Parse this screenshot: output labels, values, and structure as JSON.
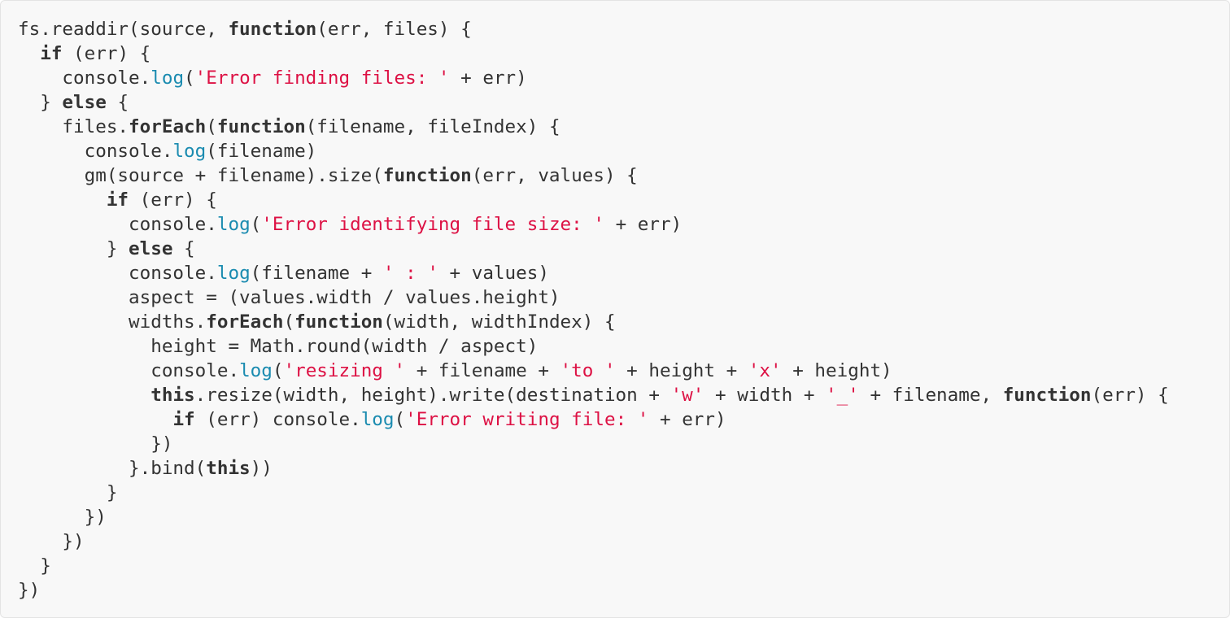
{
  "colors": {
    "background": "#f8f8f8",
    "border": "#e4e4e4",
    "text": "#333333",
    "keyword": "#333333",
    "function_call": "#1a8bb0",
    "string": "#dd1144"
  },
  "code": {
    "language": "javascript",
    "lines": [
      [
        {
          "t": "p",
          "v": "fs.readdir(source, "
        },
        {
          "t": "kw",
          "v": "function"
        },
        {
          "t": "p",
          "v": "(err, files) {"
        }
      ],
      [
        {
          "t": "p",
          "v": "  "
        },
        {
          "t": "kw",
          "v": "if"
        },
        {
          "t": "p",
          "v": " (err) {"
        }
      ],
      [
        {
          "t": "p",
          "v": "    console."
        },
        {
          "t": "fn",
          "v": "log"
        },
        {
          "t": "p",
          "v": "("
        },
        {
          "t": "str",
          "v": "'Error finding files: '"
        },
        {
          "t": "p",
          "v": " + err)"
        }
      ],
      [
        {
          "t": "p",
          "v": "  } "
        },
        {
          "t": "kw",
          "v": "else"
        },
        {
          "t": "p",
          "v": " {"
        }
      ],
      [
        {
          "t": "p",
          "v": "    files."
        },
        {
          "t": "kw",
          "v": "forEach"
        },
        {
          "t": "p",
          "v": "("
        },
        {
          "t": "kw",
          "v": "function"
        },
        {
          "t": "p",
          "v": "(filename, fileIndex) {"
        }
      ],
      [
        {
          "t": "p",
          "v": "      console."
        },
        {
          "t": "fn",
          "v": "log"
        },
        {
          "t": "p",
          "v": "(filename)"
        }
      ],
      [
        {
          "t": "p",
          "v": "      gm(source + filename).size("
        },
        {
          "t": "kw",
          "v": "function"
        },
        {
          "t": "p",
          "v": "(err, values) {"
        }
      ],
      [
        {
          "t": "p",
          "v": "        "
        },
        {
          "t": "kw",
          "v": "if"
        },
        {
          "t": "p",
          "v": " (err) {"
        }
      ],
      [
        {
          "t": "p",
          "v": "          console."
        },
        {
          "t": "fn",
          "v": "log"
        },
        {
          "t": "p",
          "v": "("
        },
        {
          "t": "str",
          "v": "'Error identifying file size: '"
        },
        {
          "t": "p",
          "v": " + err)"
        }
      ],
      [
        {
          "t": "p",
          "v": "        } "
        },
        {
          "t": "kw",
          "v": "else"
        },
        {
          "t": "p",
          "v": " {"
        }
      ],
      [
        {
          "t": "p",
          "v": "          console."
        },
        {
          "t": "fn",
          "v": "log"
        },
        {
          "t": "p",
          "v": "(filename + "
        },
        {
          "t": "str",
          "v": "' : '"
        },
        {
          "t": "p",
          "v": " + values)"
        }
      ],
      [
        {
          "t": "p",
          "v": "          aspect = (values.width / values.height)"
        }
      ],
      [
        {
          "t": "p",
          "v": "          widths."
        },
        {
          "t": "kw",
          "v": "forEach"
        },
        {
          "t": "p",
          "v": "("
        },
        {
          "t": "kw",
          "v": "function"
        },
        {
          "t": "p",
          "v": "(width, widthIndex) {"
        }
      ],
      [
        {
          "t": "p",
          "v": "            height = Math.round(width / aspect)"
        }
      ],
      [
        {
          "t": "p",
          "v": "            console."
        },
        {
          "t": "fn",
          "v": "log"
        },
        {
          "t": "p",
          "v": "("
        },
        {
          "t": "str",
          "v": "'resizing '"
        },
        {
          "t": "p",
          "v": " + filename + "
        },
        {
          "t": "str",
          "v": "'to '"
        },
        {
          "t": "p",
          "v": " + height + "
        },
        {
          "t": "str",
          "v": "'x'"
        },
        {
          "t": "p",
          "v": " + height)"
        }
      ],
      [
        {
          "t": "p",
          "v": "            "
        },
        {
          "t": "kw",
          "v": "this"
        },
        {
          "t": "p",
          "v": ".resize(width, height).write(destination + "
        },
        {
          "t": "str",
          "v": "'w'"
        },
        {
          "t": "p",
          "v": " + width + "
        },
        {
          "t": "str",
          "v": "'_'"
        },
        {
          "t": "p",
          "v": " + filename, "
        },
        {
          "t": "kw",
          "v": "function"
        },
        {
          "t": "p",
          "v": "(err) {"
        }
      ],
      [
        {
          "t": "p",
          "v": "              "
        },
        {
          "t": "kw",
          "v": "if"
        },
        {
          "t": "p",
          "v": " (err) console."
        },
        {
          "t": "fn",
          "v": "log"
        },
        {
          "t": "p",
          "v": "("
        },
        {
          "t": "str",
          "v": "'Error writing file: '"
        },
        {
          "t": "p",
          "v": " + err)"
        }
      ],
      [
        {
          "t": "p",
          "v": "            })"
        }
      ],
      [
        {
          "t": "p",
          "v": "          }.bind("
        },
        {
          "t": "kw",
          "v": "this"
        },
        {
          "t": "p",
          "v": "))"
        }
      ],
      [
        {
          "t": "p",
          "v": "        }"
        }
      ],
      [
        {
          "t": "p",
          "v": "      })"
        }
      ],
      [
        {
          "t": "p",
          "v": "    })"
        }
      ],
      [
        {
          "t": "p",
          "v": "  }"
        }
      ],
      [
        {
          "t": "p",
          "v": "})"
        }
      ]
    ]
  }
}
